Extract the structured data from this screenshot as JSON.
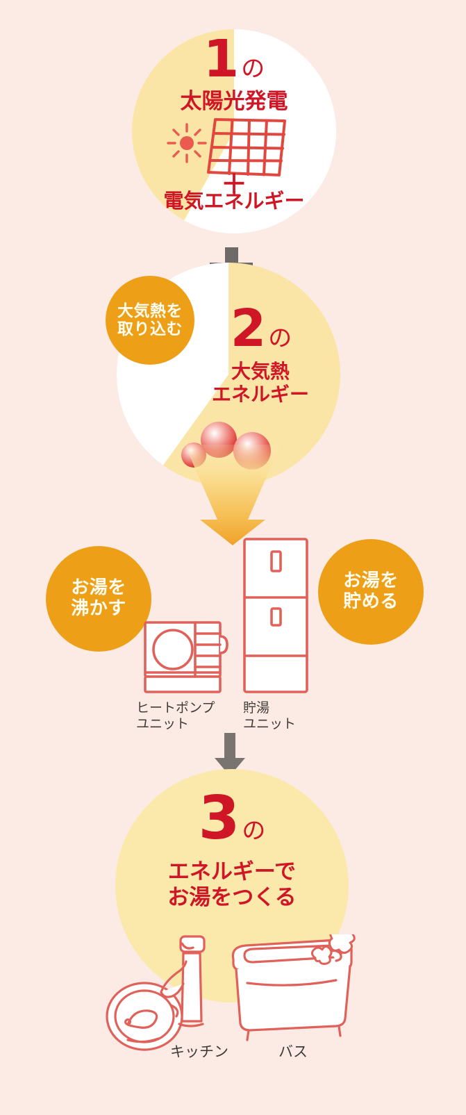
{
  "page": {
    "background_color": "#fcebe5",
    "accent_red": "#cf1626",
    "accent_orange": "#eda017",
    "accent_yellow": "#fae5a6",
    "accent_grey": "#6e6a67"
  },
  "step1": {
    "number": "1",
    "number_suffix": "の",
    "title": "太陽光発電",
    "plus": "＋",
    "title2": "電気エネルギー",
    "icons": [
      "sun-icon",
      "solar-panel-icon"
    ]
  },
  "connector_plus": "plus-icon",
  "step2": {
    "badge": "大気熱を\n取り込む",
    "number": "2",
    "number_suffix": "の",
    "title": "大気熱\nエネルギー",
    "icons": [
      "heat-bubbles-icon",
      "orange-funnel-arrow-icon"
    ]
  },
  "equipment": {
    "badge_left": "お湯を\n沸かす",
    "badge_right": "お湯を\n貯める",
    "label_heatpump": "ヒートポンプ\nユニット",
    "label_tank": "貯湯\nユニット",
    "icons": [
      "heat-pump-unit-icon",
      "storage-tank-unit-icon",
      "grey-down-arrow-icon"
    ]
  },
  "step3": {
    "number": "3",
    "number_suffix": "の",
    "title": "エネルギーで\nお湯をつくる"
  },
  "usage": {
    "label_kitchen": "キッチン",
    "label_bath": "バス",
    "icons": [
      "sink-icon",
      "faucet-icon",
      "bathtub-icon"
    ]
  }
}
